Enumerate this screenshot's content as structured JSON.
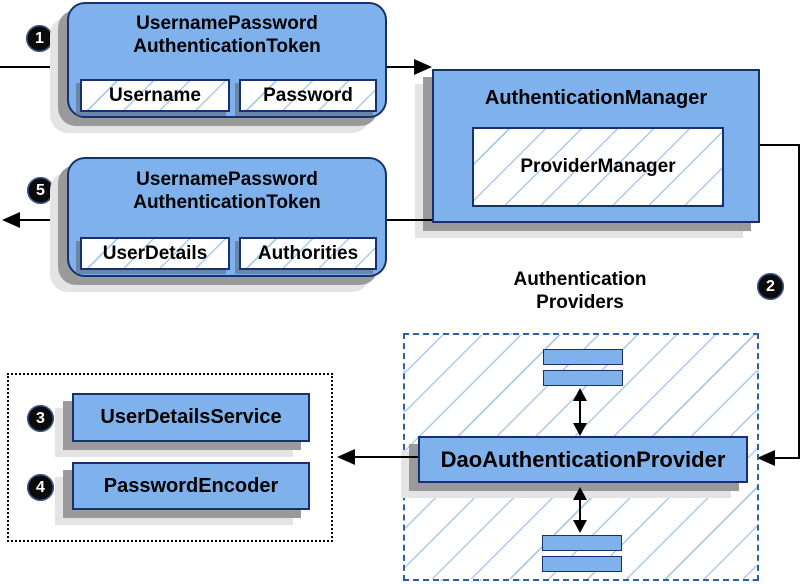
{
  "badges": {
    "step1": "1",
    "step2": "2",
    "step3": "3",
    "step4": "4",
    "step5": "5"
  },
  "token_request": {
    "title1": "UsernamePassword",
    "title2": "AuthenticationToken",
    "field1": "Username",
    "field2": "Password"
  },
  "auth_manager": {
    "title": "AuthenticationManager",
    "inner": "ProviderManager"
  },
  "token_response": {
    "title1": "UsernamePassword",
    "title2": "AuthenticationToken",
    "field1": "UserDetails",
    "field2": "Authorities"
  },
  "providers": {
    "label1": "Authentication",
    "label2": "Providers",
    "dao": "DaoAuthenticationProvider"
  },
  "services": {
    "user_details_service": "UserDetailsService",
    "password_encoder": "PasswordEncoder"
  },
  "colors": {
    "box_fill": "#7FB2EC",
    "box_border": "#17316E",
    "hatch_line": "#A8CBEE",
    "dashed_border": "#2E5FA3",
    "shadow_dark": "#9A9A9A",
    "shadow_light": "#E4E4E4",
    "connector": "#000000"
  }
}
